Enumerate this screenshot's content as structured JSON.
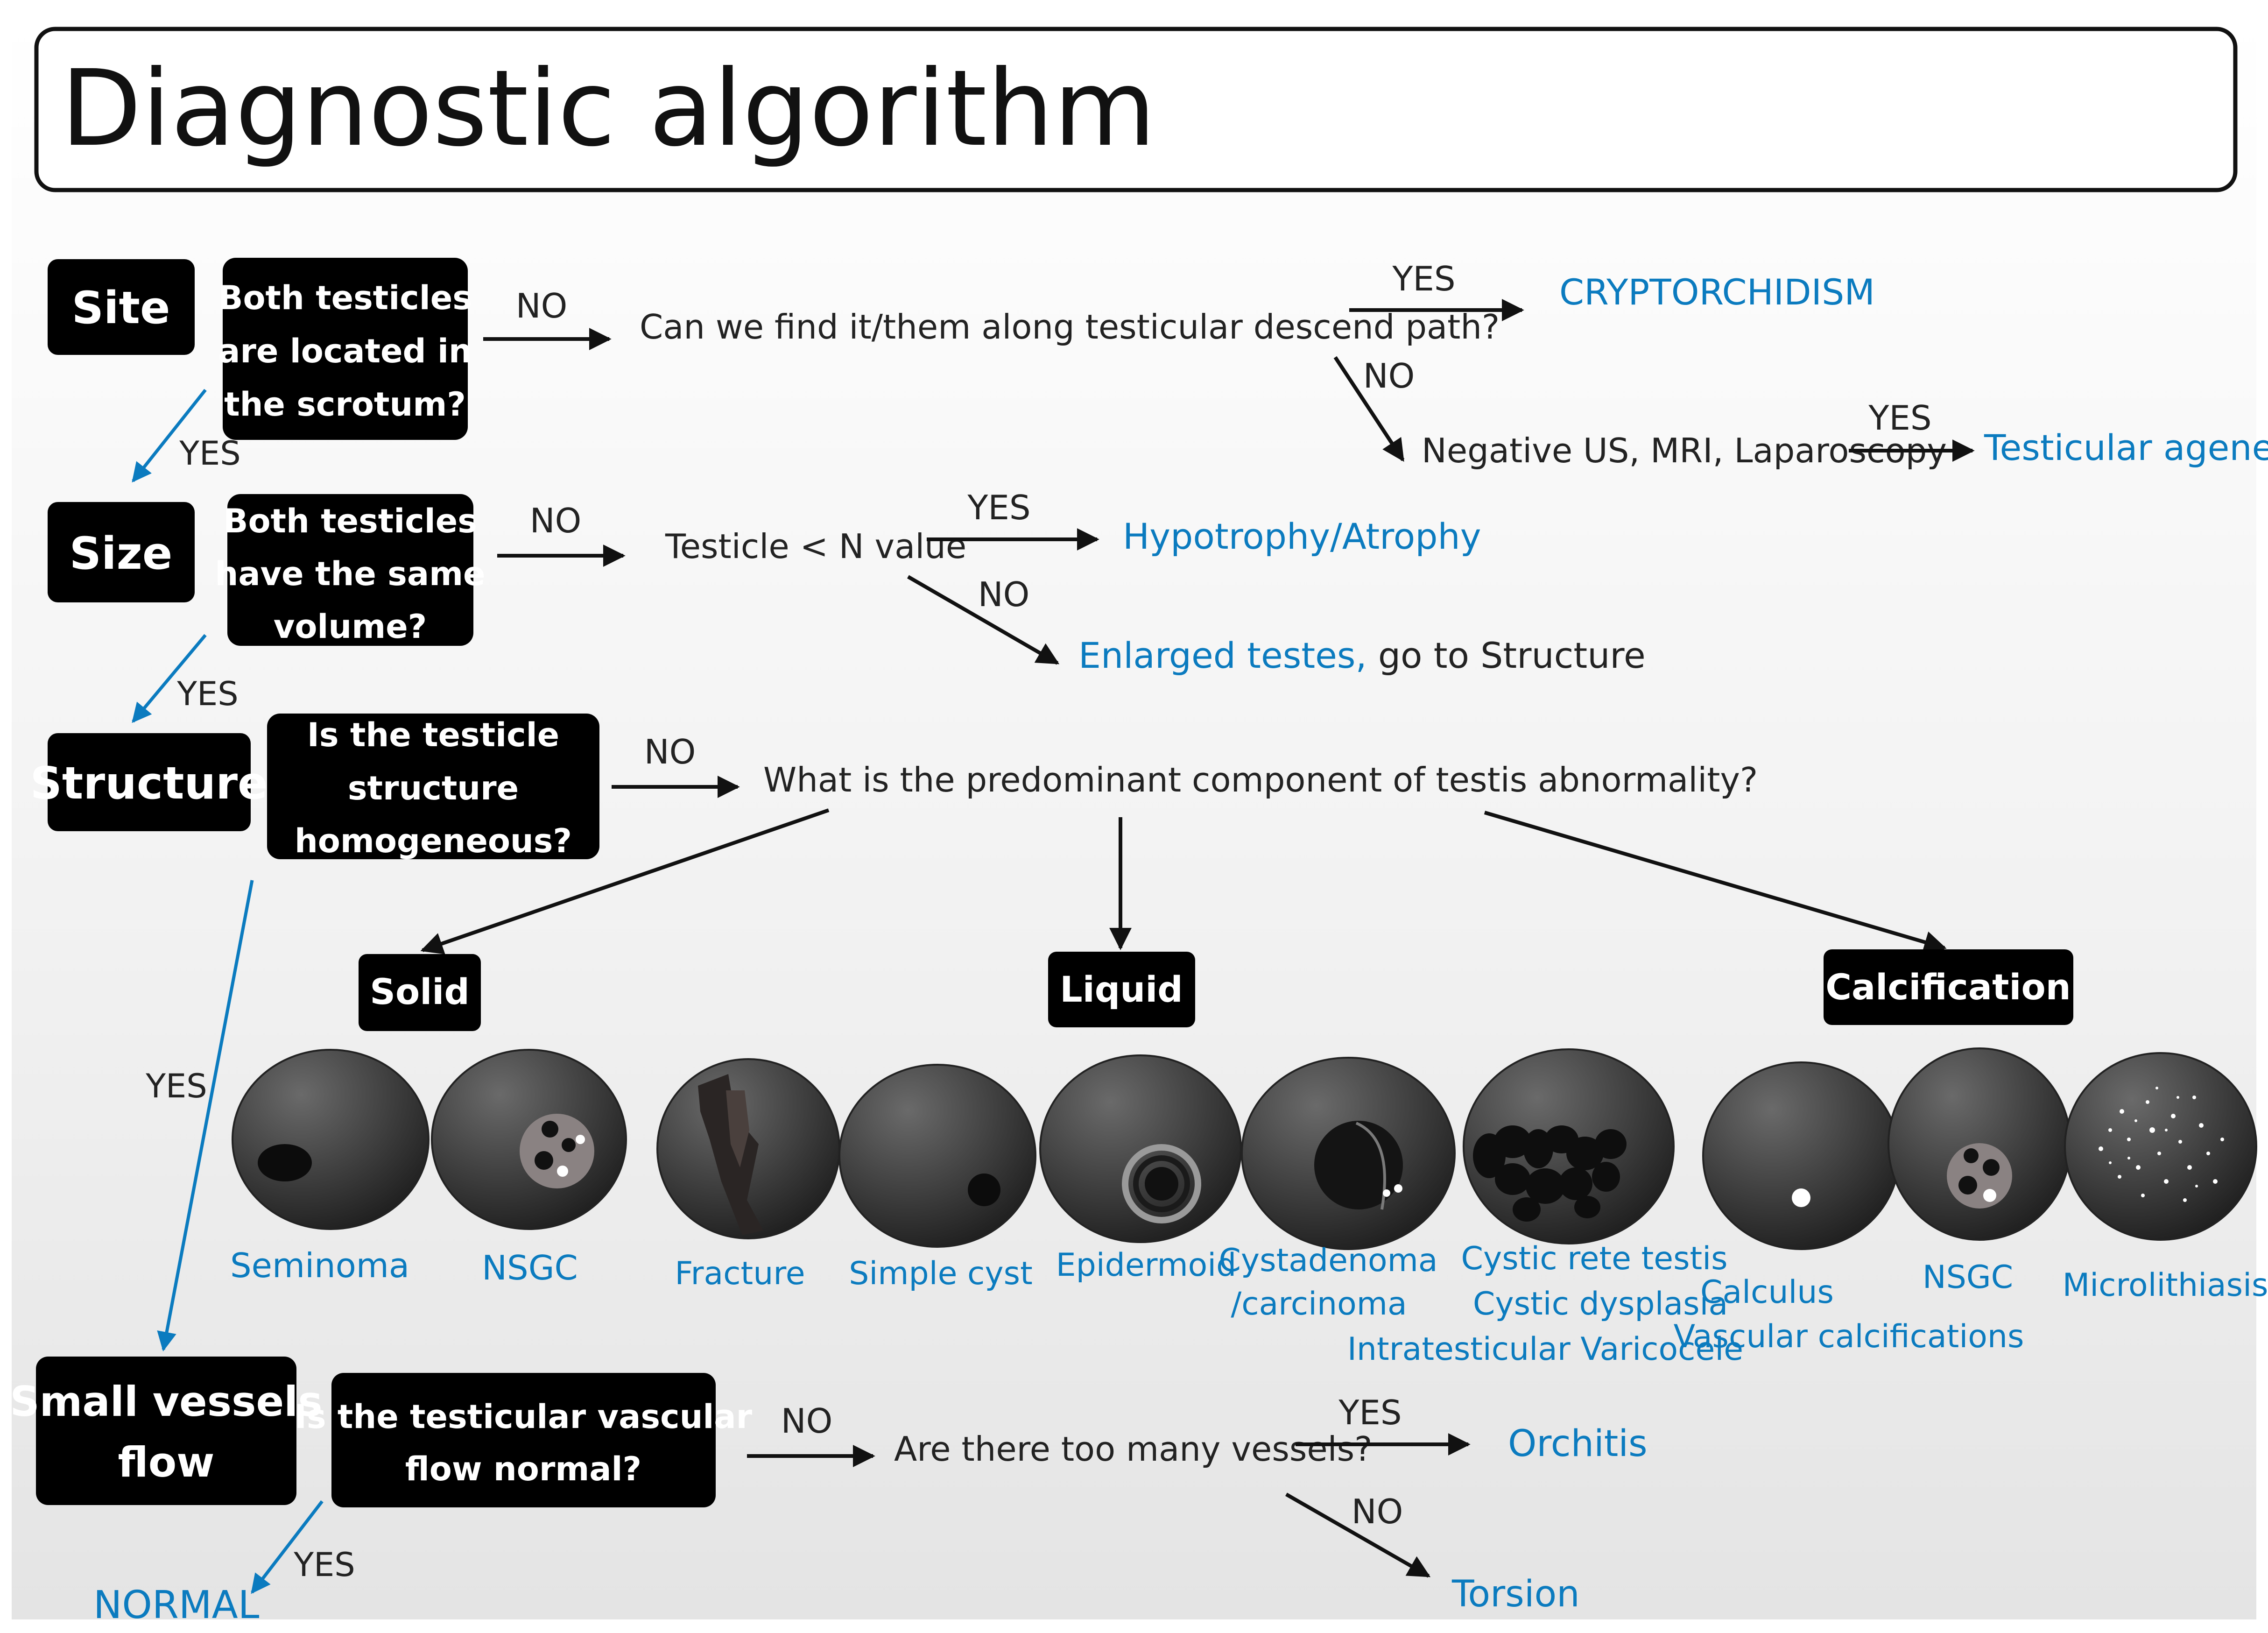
{
  "title": "Diagnostic algorithm",
  "colors": {
    "blue": "#0b7bbf",
    "box": "#000000",
    "text": "#222222"
  },
  "branch": {
    "yes": "YES",
    "no": "NO"
  },
  "site": {
    "label": "Site",
    "question": [
      "Both testicles",
      "are located in",
      "the scrotum?"
    ],
    "q2": "Can we find it/them along testicular descend path?",
    "result_yes": "CRYPTORCHIDISM",
    "q3": "Negative US, MRI, Laparoscopy",
    "result_q3_yes": "Testicular agenesis"
  },
  "size": {
    "label": "Size",
    "question": [
      "Both testicles",
      "have the same",
      "volume?"
    ],
    "q2": "Testicle  < N value",
    "result_yes": "Hypotrophy/Atrophy",
    "result_no_blue": "Enlarged testes,",
    "result_no_rest": " go to Structure"
  },
  "structure": {
    "label": "Structure",
    "question": [
      "Is the testicle",
      "structure",
      "homogeneous?"
    ],
    "q2": "What is the predominant component of testis abnormality?",
    "solid": {
      "label": "Solid",
      "items": [
        "Seminoma",
        "NSGC"
      ]
    },
    "liquid": {
      "label": "Liquid",
      "items": [
        "Fracture",
        "Simple cyst",
        "Epidermoid",
        "Cystadenoma",
        "/carcinoma",
        "Cystic  rete testis",
        "Cystic dysplasia",
        "Intratesticular Varicocele"
      ]
    },
    "calcification": {
      "label": "Calcification",
      "items": [
        "Calculus",
        "Vascular calcifications",
        "NSGC",
        "Microlithiasis"
      ]
    }
  },
  "vessels": {
    "label": [
      "Small vessels",
      "flow"
    ],
    "question": [
      "Is the testicular vascular",
      "flow normal?"
    ],
    "q2": "Are there too many vessels?",
    "result_yes": "Orchitis",
    "result_no": "Torsion",
    "normal": "NORMAL"
  }
}
